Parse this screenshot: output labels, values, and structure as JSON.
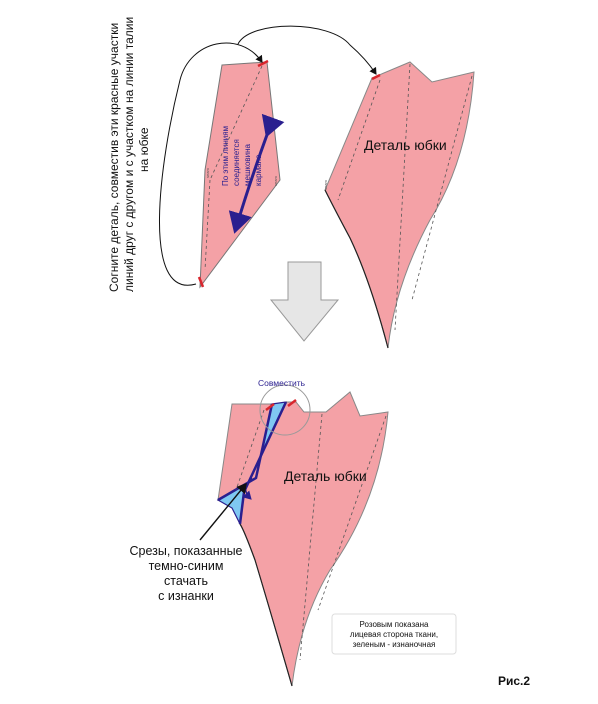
{
  "figure": {
    "instruction_lines": [
      "Согните деталь, совместив эти красные участки",
      "линий друг с другом и с участком на линии талии",
      "на юбке"
    ],
    "middle_line_text": [
      "По этим линиям",
      "соединяется",
      "мешковина",
      "кармана"
    ],
    "skirt_label_top": "Деталь юбки",
    "skirt_label_bottom": "Деталь юбки",
    "align_label": "Совместить",
    "seam_callout": [
      "Срезы, показанные",
      "темно-синим",
      "стачать",
      "с изнанки"
    ],
    "legend_note": [
      "Розовым показана",
      "лицевая сторона ткани,",
      "зеленым  - изнаночная"
    ],
    "fig_label": "Рис.2"
  },
  "colors": {
    "fabric_pink": "#f4a1a6",
    "reverse_blue": "#7fc8f2",
    "seam_navy": "#2a1f8f",
    "mark_red": "#d8262d",
    "arrow_gray": "#e6e6e6"
  }
}
